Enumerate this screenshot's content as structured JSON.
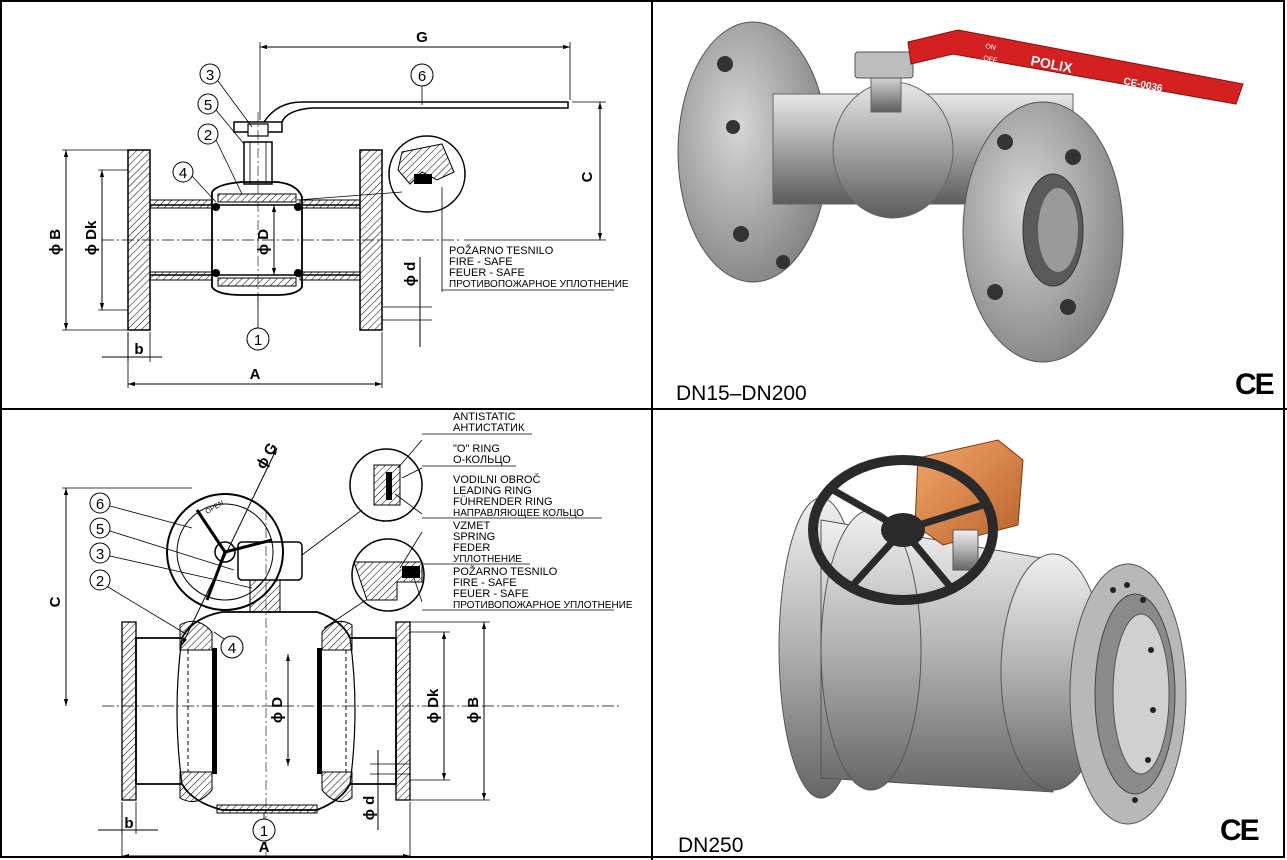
{
  "top_drawing": {
    "dimensions": {
      "G": "G",
      "C": "C",
      "B": "ϕ B",
      "Dk": "ϕ Dk",
      "D": "ϕ D",
      "d": "ϕ d",
      "b": "b",
      "A": "A"
    },
    "callouts": [
      "1",
      "2",
      "3",
      "4",
      "5",
      "6"
    ],
    "fire_safe_note": [
      "POŽARNO TESNILO",
      "FIRE - SAFE",
      "FEUER - SAFE",
      "ПРОТИВОПОЖАРНОЕ УПЛОТНЕНИЕ"
    ]
  },
  "top_photo": {
    "caption": "DN15–DN200",
    "ce_mark": "CE",
    "brand": "POLIX",
    "handle_marks": [
      "ON",
      "OFF",
      "CE-0036"
    ],
    "colors": {
      "handle": "#d42020",
      "steel": "#b8b8b8"
    }
  },
  "bottom_drawing": {
    "dimensions": {
      "G": "ϕ G",
      "C": "C",
      "B": "ϕ B",
      "Dk": "ϕ Dk",
      "D": "ϕ D",
      "d": "ϕ d",
      "b": "b",
      "A": "A"
    },
    "callouts": [
      "1",
      "2",
      "3",
      "4",
      "5",
      "6"
    ],
    "wheel_mark": "OPEN",
    "notes": {
      "antistatic": [
        "ANTISTATIC",
        "АНТИСТАТИК"
      ],
      "o_ring": [
        "\"O\" RING",
        "О-КОЛЬЦО"
      ],
      "leading_ring": [
        "VODILNI OBROČ",
        "LEADING RING",
        "FÜHRENDER RING",
        "НАПРАВЛЯЮЩЕЕ КОЛЬЦО"
      ],
      "spring": [
        "VZMET",
        "SPRING",
        "FEDER",
        "УПЛОТНЕНИЕ"
      ],
      "fire_safe": [
        "POŽARNO TESNILO",
        "FIRE - SAFE",
        "FEUER - SAFE",
        "ПРОТИВОПОЖАРНОЕ УПЛОТНЕНИЕ"
      ]
    }
  },
  "bottom_photo": {
    "caption": "DN250",
    "ce_mark": "CE",
    "colors": {
      "gearbox": "#e08a4a",
      "wheel": "#2a2a2a",
      "steel": "#b8b8b8"
    }
  }
}
